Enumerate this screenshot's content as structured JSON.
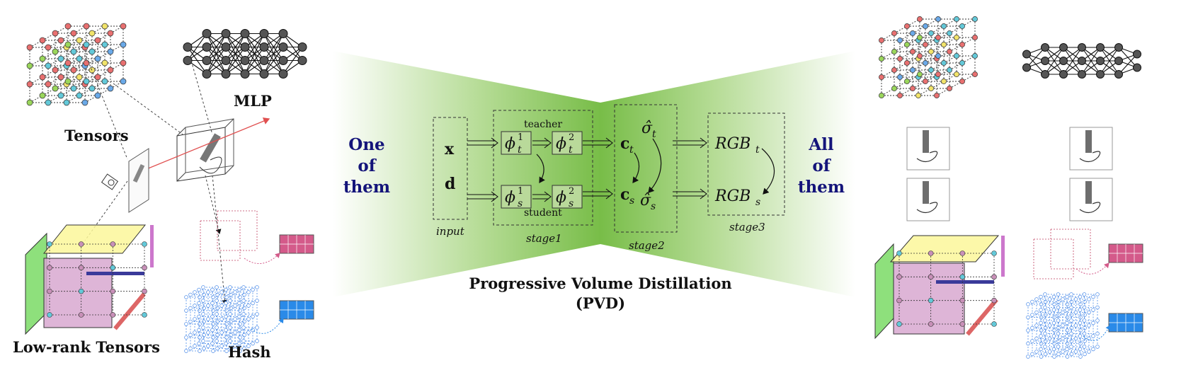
{
  "left": {
    "tensors_label": "Tensors",
    "mlp_label": "MLP",
    "lowrank_label": "Low-rank Tensors",
    "hash_label": "Hash"
  },
  "blue_left": [
    "One",
    "of",
    "them"
  ],
  "blue_right": [
    "All",
    "of",
    "them"
  ],
  "pipeline": {
    "input_x": "x",
    "input_d": "d",
    "teacher": "teacher",
    "student": "student",
    "phi": "ϕ",
    "sub_t": "t",
    "sub_s": "s",
    "sup_1": "1",
    "sup_2": "2",
    "c": "c",
    "sigma_hat": "σ̂",
    "rgb": "RGB",
    "stage_input": "input",
    "stage1": "stage1",
    "stage2": "stage2",
    "stage3": "stage3"
  },
  "title_line1": "Progressive Volume Distillation",
  "title_line2": "(PVD)",
  "colors": {
    "green": "#7cbf4a",
    "phi_box": "#b9d99a",
    "blue_text": "#14147a",
    "yellow_plane": "#fbf79a",
    "pink_plane": "#d8a8d0",
    "green_plane": "#8ee07c",
    "hash_pink": "#d45a8a",
    "hash_blue": "#2a8ae8"
  }
}
